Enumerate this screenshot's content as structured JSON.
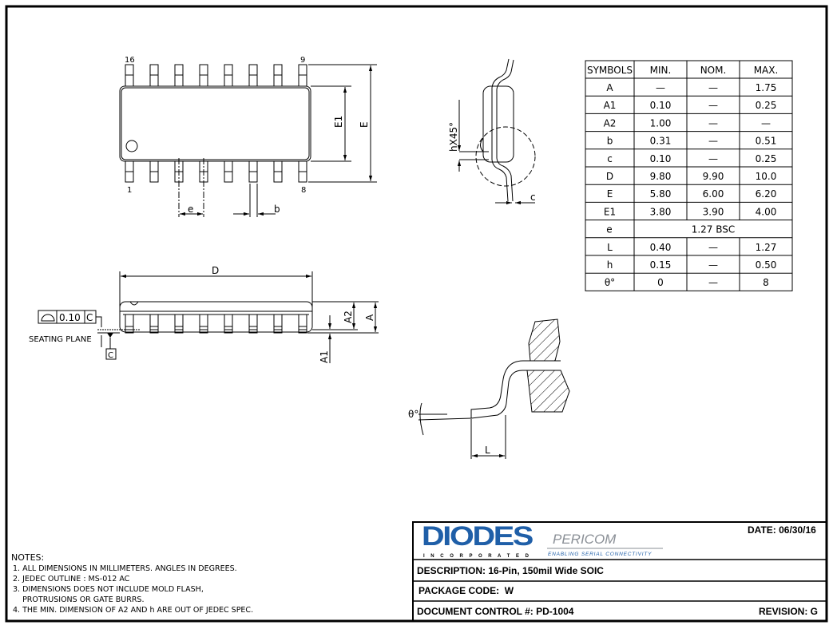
{
  "top_view": {
    "pin_labels": [
      "16",
      "9",
      "1",
      "8"
    ],
    "dims": {
      "e": "e",
      "b": "b",
      "E1": "E1",
      "E": "E"
    }
  },
  "side_view": {
    "dims": {
      "D": "D",
      "A": "A",
      "A2": "A2",
      "A1": "A1"
    },
    "seating_plane": "SEATING PLANE",
    "tolerance": "0.10",
    "datum": "C"
  },
  "end_view": {
    "dims": {
      "h": "hX45°",
      "c": "c"
    }
  },
  "detail_view": {
    "dims": {
      "theta": "θ°",
      "L": "L"
    }
  },
  "table": {
    "headers": [
      "SYMBOLS",
      "MIN.",
      "NOM.",
      "MAX."
    ],
    "rows": [
      [
        "A",
        "—",
        "—",
        "1.75"
      ],
      [
        "A1",
        "0.10",
        "—",
        "0.25"
      ],
      [
        "A2",
        "1.00",
        "—",
        "—"
      ],
      [
        "b",
        "0.31",
        "—",
        "0.51"
      ],
      [
        "c",
        "0.10",
        "—",
        "0.25"
      ],
      [
        "D",
        "9.80",
        "9.90",
        "10.0"
      ],
      [
        "E",
        "5.80",
        "6.00",
        "6.20"
      ],
      [
        "E1",
        "3.80",
        "3.90",
        "4.00"
      ],
      [
        "e",
        "1.27 BSC"
      ],
      [
        "L",
        "0.40",
        "—",
        "1.27"
      ],
      [
        "h",
        "0.15",
        "—",
        "0.50"
      ],
      [
        "θ°",
        "0",
        "—",
        "8"
      ]
    ]
  },
  "notes": {
    "title": "NOTES:",
    "lines": [
      "1. ALL DIMENSIONS IN MILLIMETERS. ANGLES IN DEGREES.",
      "2. JEDEC OUTLINE : MS-012 AC",
      "3. DIMENSIONS DOES NOT INCLUDE MOLD FLASH,",
      "    PROTRUSIONS OR GATE BURRS.",
      "4. THE MIN. DIMENSION OF A2 AND h ARE OUT OF JEDEC SPEC."
    ]
  },
  "title_block": {
    "logo_diodes": "DIODES",
    "logo_diodes_sub": "I N C O R P O R A T E D",
    "logo_pericom": "PERICOM",
    "logo_pericom_tag": "ENABLING SERIAL CONNECTIVITY",
    "date": "DATE: 06/30/16",
    "description": "DESCRIPTION: 16-Pin, 150mil Wide SOIC",
    "package_code": "PACKAGE CODE:  W",
    "document_control": "DOCUMENT CONTROL #: PD-1004",
    "revision": "REVISION: G",
    "colors": {
      "diodes_blue": "#1f5fa8",
      "pericom_gray": "#8a8f96"
    }
  }
}
